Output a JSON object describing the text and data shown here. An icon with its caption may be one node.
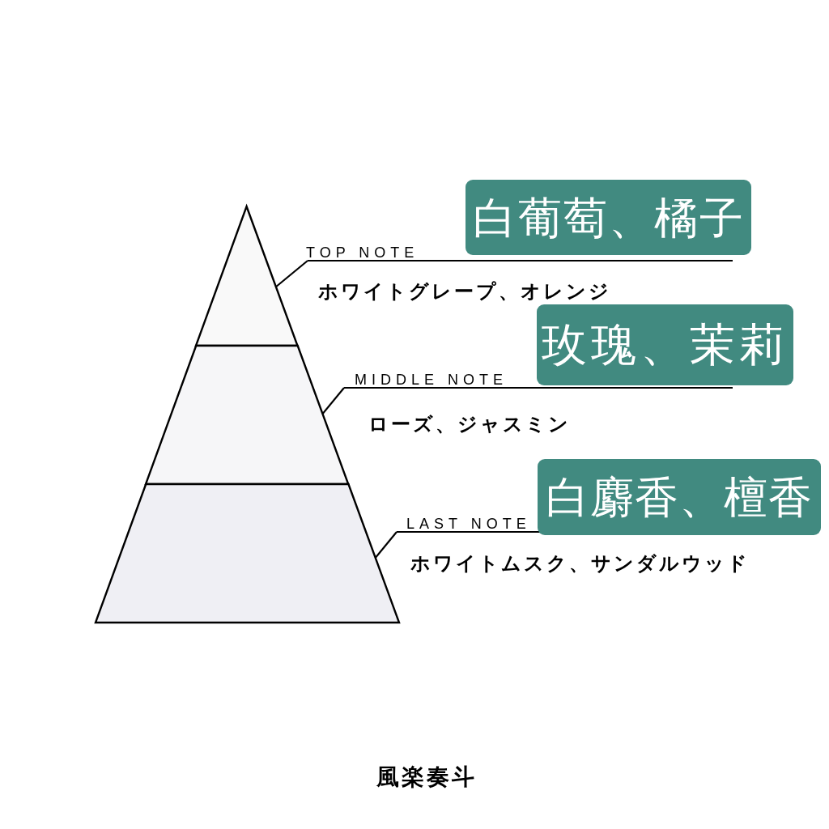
{
  "diagram": {
    "nodes": [
      {
        "text": [
          "白葡萄、橘子"
        ]
      },
      {
        "text": [],
        "shape": "triangle"
      },
      {
        "text": [
          "TOP NOTE",
          "ホワイトグレープ、オレンジ"
        ]
      },
      {
        "text": [
          "玫瑰、茉莉"
        ]
      },
      {
        "text": [],
        "shape": "trapezoid"
      },
      {
        "text": [
          "MIDDLE NOTE",
          "ローズ、ジャスミン"
        ]
      },
      {
        "text": [
          "白麝香、檀香"
        ]
      },
      {
        "text": [],
        "shape": "trapezoid"
      },
      {
        "text": [
          "LAST NOTE",
          "ホワイトムスク、サンダルウッド"
        ]
      }
    ],
    "edges": [
      {
        "from": 2,
        "to": 1,
        "arrow": "none"
      },
      {
        "from": 5,
        "to": 4,
        "arrow": "none"
      },
      {
        "from": 8,
        "to": 7,
        "arrow": "none"
      }
    ],
    "labels": [
      "風楽奏斗"
    ]
  }
}
